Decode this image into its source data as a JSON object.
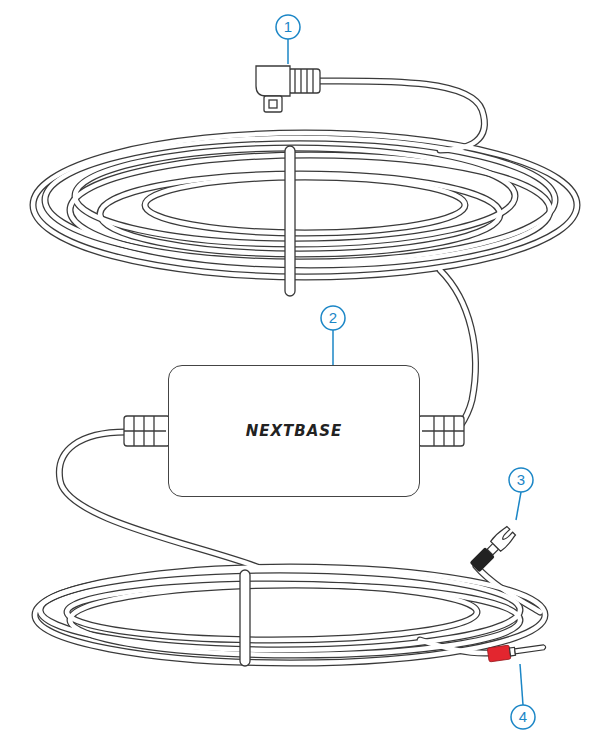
{
  "diagram": {
    "nodes": [
      {
        "text": [
          "NEXTBASE"
        ]
      }
    ],
    "labels": [
      "1",
      "2",
      "3",
      "4"
    ]
  }
}
